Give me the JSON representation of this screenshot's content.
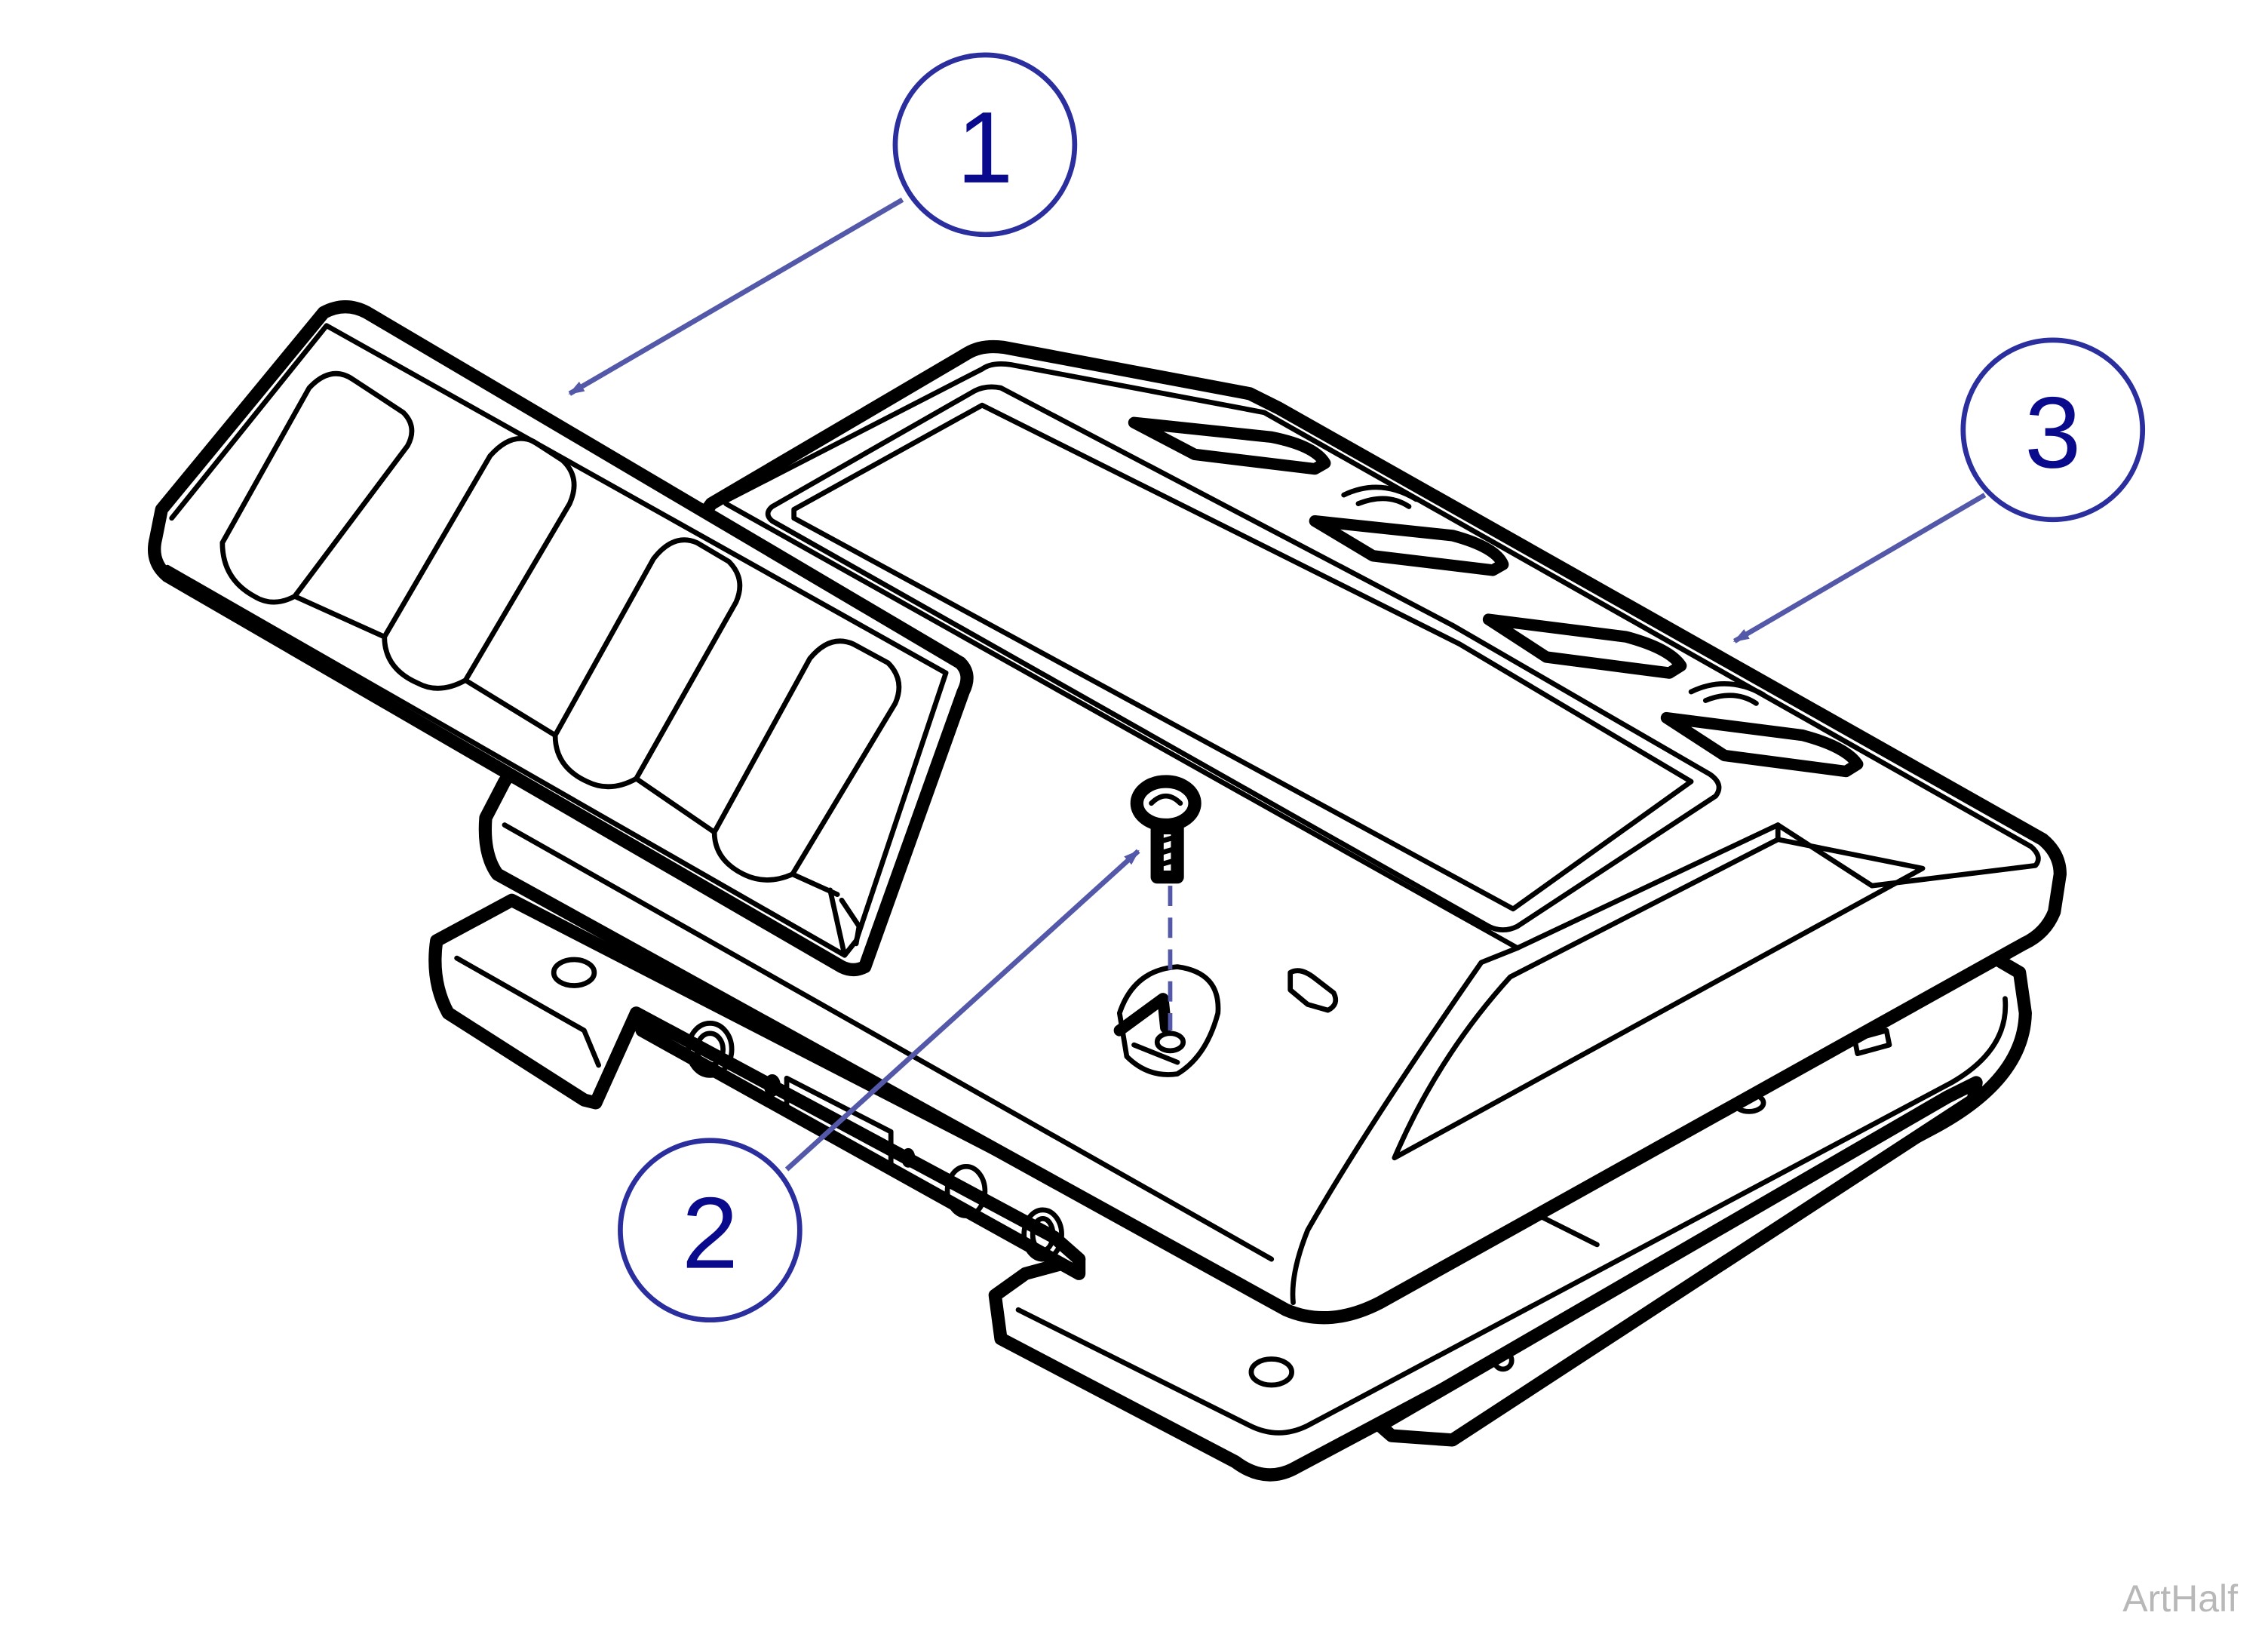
{
  "callouts": [
    {
      "id": "1",
      "label": "1"
    },
    {
      "id": "2",
      "label": "2"
    },
    {
      "id": "3",
      "label": "3"
    }
  ],
  "watermark": "ArtHalf",
  "colors": {
    "leader": "#5358a8",
    "callout_ring": "#2b2f9e",
    "callout_text": "#0a0a8c",
    "watermark": "#b8b8b8"
  }
}
